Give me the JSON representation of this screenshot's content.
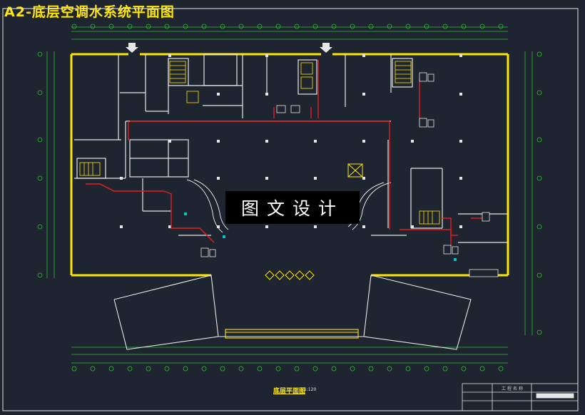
{
  "sheet": {
    "code": "A2",
    "separator": "-",
    "title": "底层空调水系统平面图"
  },
  "drawing": {
    "caption": "底层平面图",
    "scale": "1:120"
  },
  "watermark": {
    "text": "图文设计"
  },
  "title_block": {
    "label": "工程名称"
  },
  "colors": {
    "background": "#1e2430",
    "wall": "#ffe600",
    "water_pipe": "#e02020",
    "line": "#e6e6e6",
    "dimension": "#30c030",
    "equipment": "#00c8c8"
  }
}
